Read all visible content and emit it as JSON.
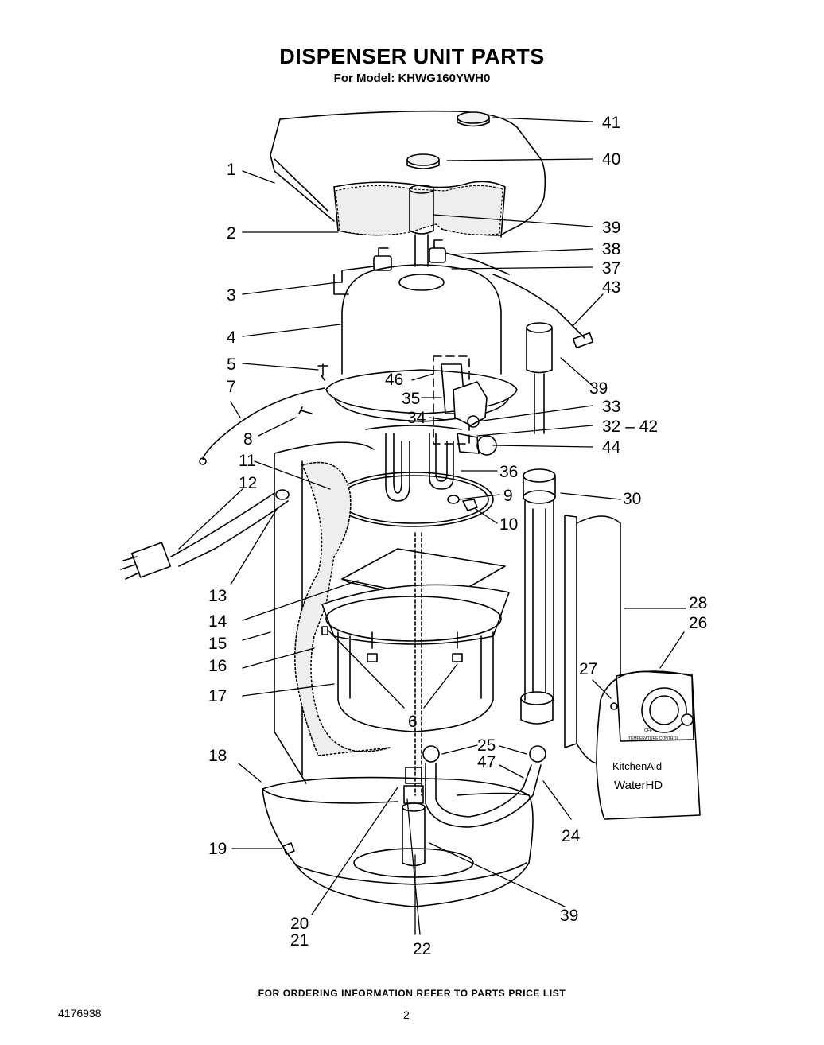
{
  "header": {
    "title": "DISPENSER UNIT PARTS",
    "model_line": "For Model: KHWG160YWH0"
  },
  "callouts": {
    "c41": "41",
    "c40": "40",
    "c1": "1",
    "c39a": "39",
    "c2": "2",
    "c38": "38",
    "c37": "37",
    "c43": "43",
    "c3": "3",
    "c4": "4",
    "c5": "5",
    "c46": "46",
    "c39b": "39",
    "c7": "7",
    "c35": "35",
    "c33": "33",
    "c34": "34",
    "c32_42": "32 – 42",
    "c8": "8",
    "c44": "44",
    "c11": "11",
    "c36": "36",
    "c12": "12",
    "c9": "9",
    "c30": "30",
    "c10": "10",
    "c13": "13",
    "c28": "28",
    "c14": "14",
    "c26": "26",
    "c15": "15",
    "c27": "27",
    "c16": "16",
    "c17": "17",
    "c6": "6",
    "c25": "25",
    "c18": "18",
    "c47": "47",
    "c24": "24",
    "c19": "19",
    "c39c": "39",
    "c20": "20",
    "c21": "21",
    "c22": "22"
  },
  "label_panel": {
    "brand_text": "KitchenAid",
    "product_text": "WaterHD",
    "control_text": "TEMPERATURE CONTROL",
    "off_text": "OFF"
  },
  "footer": {
    "ordering_note": "FOR ORDERING INFORMATION REFER TO PARTS PRICE LIST",
    "document_number": "4176938",
    "page_number": "2"
  }
}
